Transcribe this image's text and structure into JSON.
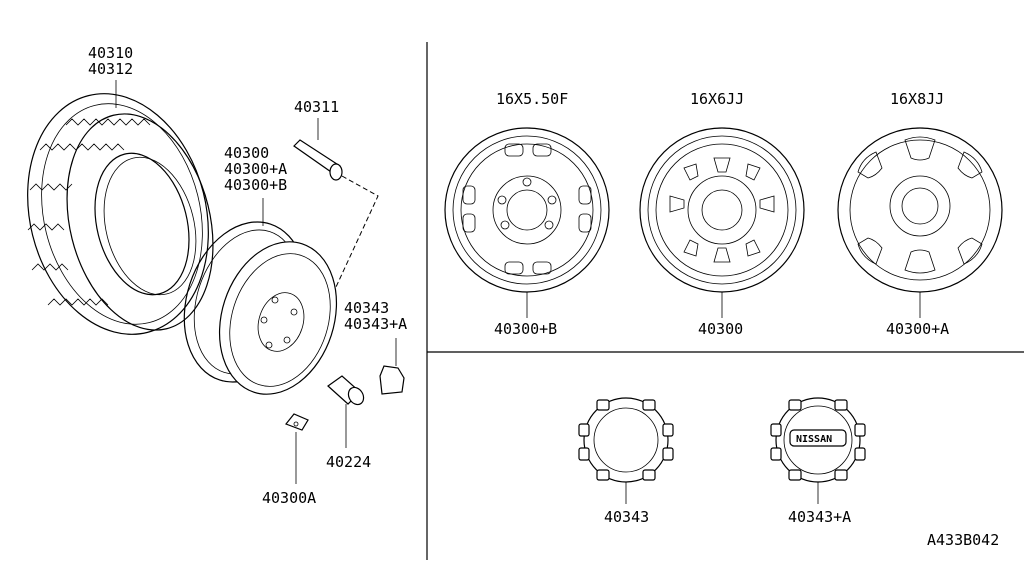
{
  "labels": {
    "tire_a": "40310",
    "tire_b": "40312",
    "valve": "40311",
    "wheel_a": "40300",
    "wheel_b": "40300+A",
    "wheel_c": "40300+B",
    "cap_a": "40343",
    "cap_b": "40343+A",
    "nut": "40224",
    "weight": "40300A",
    "size_1": "16X5.50F",
    "size_2": "16X6JJ",
    "size_3": "16X8JJ",
    "wheel_1_part": "40300+B",
    "wheel_2_part": "40300",
    "wheel_3_part": "40300+A",
    "cap_plain_part": "40343",
    "cap_logo_part": "40343+A",
    "logo_text": "NISSAN",
    "diagram_code": "A433B042"
  }
}
